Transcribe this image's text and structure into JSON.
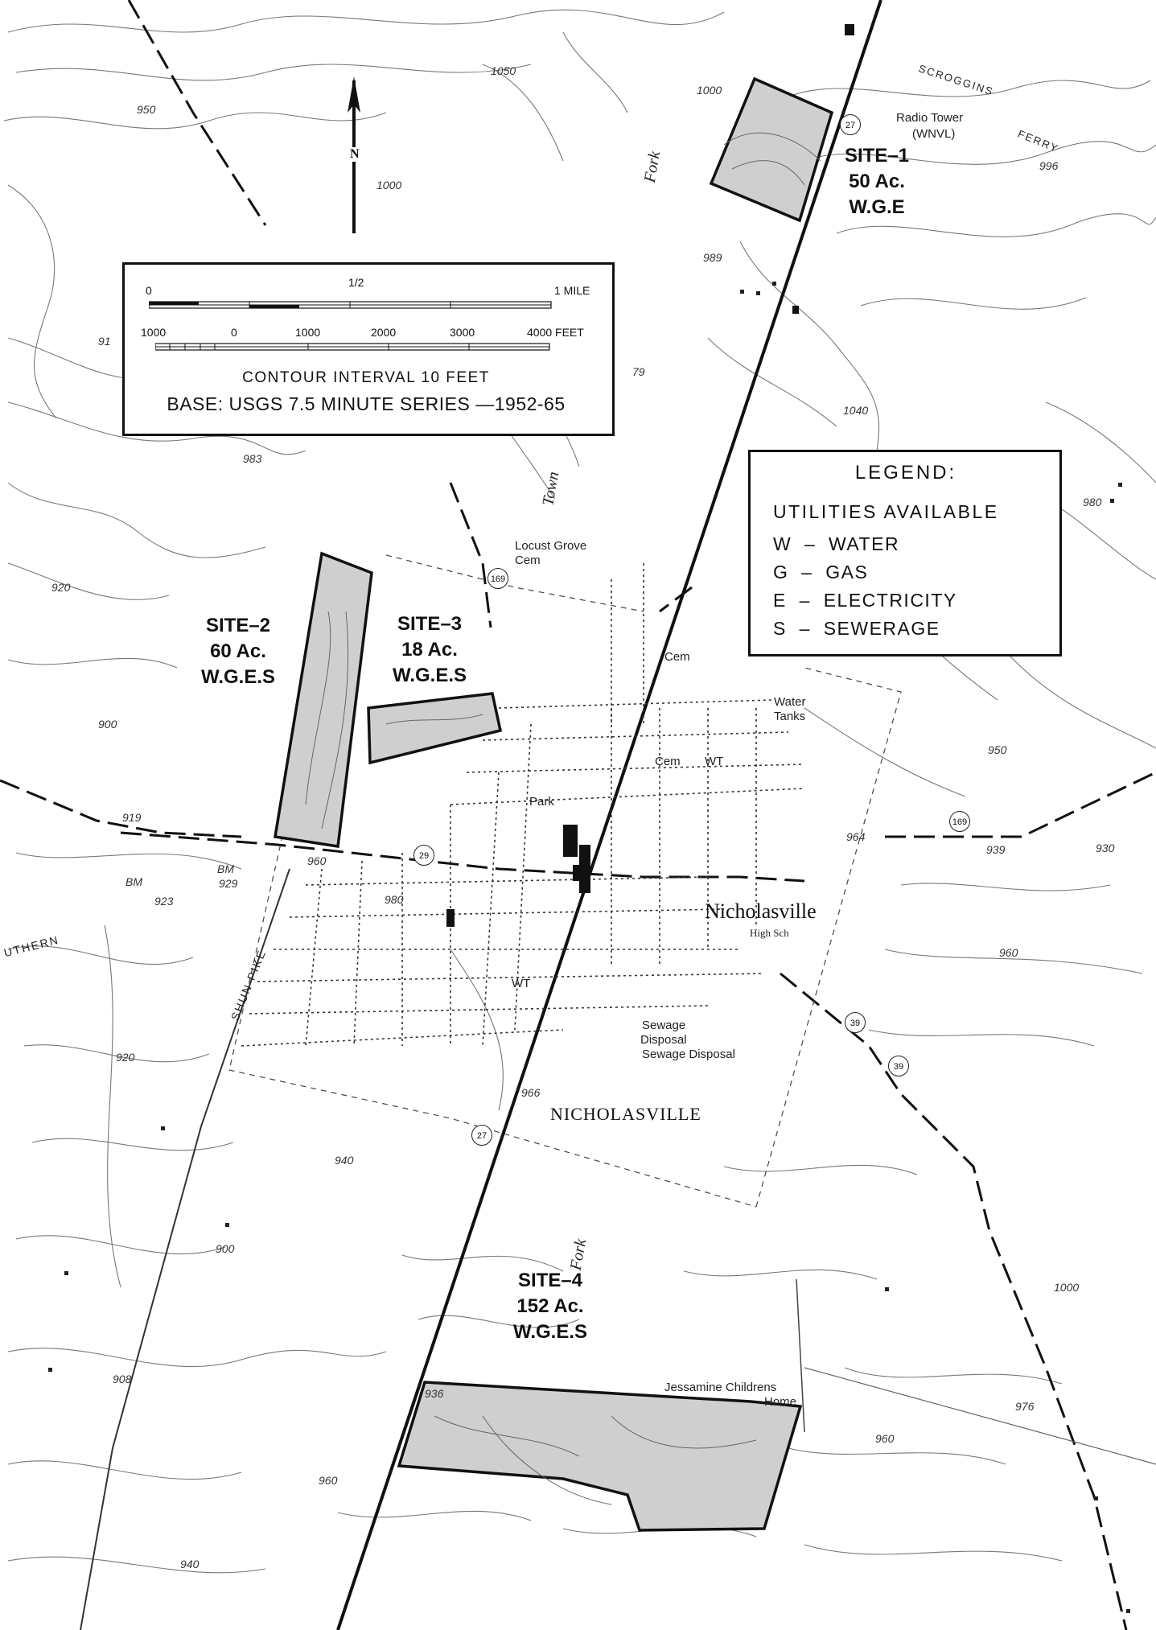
{
  "north_arrow": {
    "label": "N"
  },
  "scale": {
    "miles_ticks": [
      "0",
      "1/2",
      "1 MILE"
    ],
    "feet_ticks": [
      "1000",
      "0",
      "1000",
      "2000",
      "3000",
      "4000 FEET"
    ],
    "contour_interval": "CONTOUR INTERVAL 10 FEET",
    "base": "BASE: USGS 7.5 MINUTE SERIES —1952-65"
  },
  "legend": {
    "title": "LEGEND:",
    "subtitle": "UTILITIES AVAILABLE",
    "items": [
      "W  –  WATER",
      "G  –  GAS",
      "E  –  ELECTRICITY",
      "S  –  SEWERAGE"
    ]
  },
  "sites": [
    {
      "name": "SITE–1",
      "area": "50 Ac.",
      "utilities": "W.G.E"
    },
    {
      "name": "SITE–2",
      "area": "60 Ac.",
      "utilities": "W.G.E.S"
    },
    {
      "name": "SITE–3",
      "area": "18 Ac.",
      "utilities": "W.G.E.S"
    },
    {
      "name": "SITE–4",
      "area": "152 Ac.",
      "utilities": "W.G.E.S"
    }
  ],
  "places": {
    "town": "Nicholasville",
    "district": "NICHOLASVILLE",
    "radio_tower": "Radio Tower",
    "radio_call": "(WNVL)",
    "cemetery_locust": "Locust Grove",
    "cem": "Cem",
    "water_tanks_1": "Water",
    "water_tanks_2": "Tanks",
    "high_school": "High Sch",
    "sewage_1": "Sewage",
    "sewage_2": "Disposal",
    "sewage_3": "Sewage Disposal",
    "jessamine_1": "Jessamine Childrens",
    "jessamine_2": "Home",
    "park": "Park",
    "wt": "WT",
    "creek_town": "Town",
    "creek_fork": "Fork",
    "road_scroggins": "SCROGGINS",
    "road_ferry": "FERRY",
    "road_pike": "SHUN PIKE",
    "road_southern": "UTHERN"
  },
  "routes": [
    "27",
    "169",
    "29",
    "39"
  ],
  "elevations": [
    "1050",
    "1000",
    "950",
    "1000",
    "989",
    "983",
    "920",
    "900",
    "919",
    "929",
    "923",
    "960",
    "980",
    "966",
    "940",
    "920",
    "900",
    "908",
    "936",
    "960",
    "940",
    "976",
    "960",
    "1000",
    "930",
    "939",
    "964",
    "960",
    "950",
    "980",
    "1040",
    "79",
    "996",
    "91",
    "BM",
    "BM"
  ]
}
